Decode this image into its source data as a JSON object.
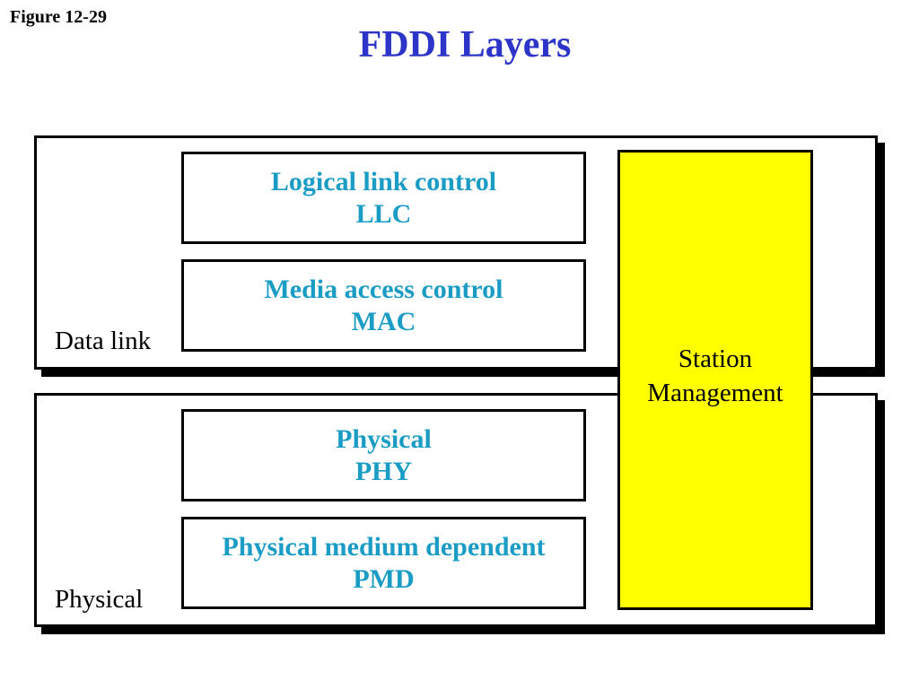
{
  "figure_label": "Figure 12-29",
  "title": "FDDI Layers",
  "colors": {
    "title": "#2c35c8",
    "sublayer_text": "#1a9cc4",
    "station_fill": "#ffff00"
  },
  "layers": {
    "data_link": {
      "label": "Data link",
      "sublayers": [
        {
          "name": "Logical link control",
          "abbr": "LLC"
        },
        {
          "name": "Media access control",
          "abbr": "MAC"
        }
      ]
    },
    "physical": {
      "label": "Physical",
      "sublayers": [
        {
          "name": "Physical",
          "abbr": "PHY"
        },
        {
          "name": "Physical medium dependent",
          "abbr": "PMD"
        }
      ]
    }
  },
  "station_management": {
    "line1": "Station",
    "line2": "Management"
  }
}
